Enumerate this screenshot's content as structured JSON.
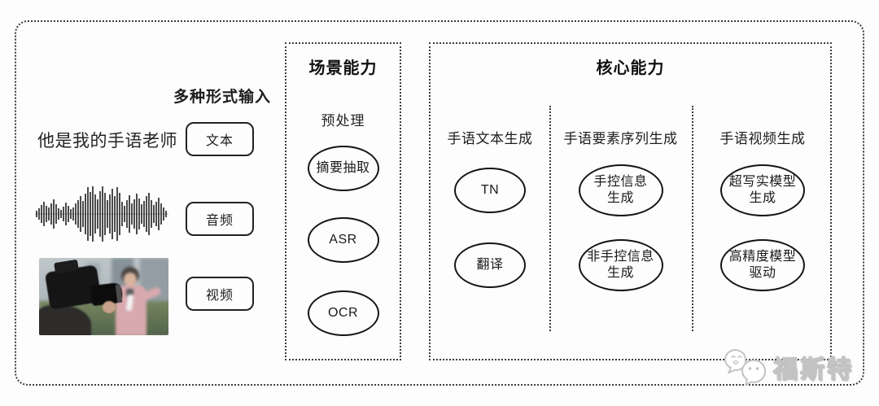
{
  "colors": {
    "line": "#1f1f1f",
    "dash_border": "#3c3c3c",
    "watermark_gray": "#c3c3c3",
    "background": "#fdfdfd"
  },
  "input_section": {
    "label": "多种形式输入",
    "text_sample": "他是我的手语老师",
    "buttons": [
      {
        "label": "文本"
      },
      {
        "label": "音频"
      },
      {
        "label": "视频"
      }
    ],
    "icons": {
      "waveform": "audio-waveform-icon",
      "photo": "reporter-camera-photo"
    }
  },
  "scene_box": {
    "title": "场景能力",
    "subtitle": "预处理",
    "nodes": [
      {
        "label": "摘要抽取"
      },
      {
        "label": "ASR"
      },
      {
        "label": "OCR"
      }
    ]
  },
  "core_box": {
    "title": "核心能力",
    "columns": [
      {
        "header": "手语文本生成",
        "nodes": [
          {
            "lines": [
              "TN"
            ]
          },
          {
            "lines": [
              "翻译"
            ]
          }
        ]
      },
      {
        "header": "手语要素序列生成",
        "nodes": [
          {
            "lines": [
              "手控信息",
              "生成"
            ]
          },
          {
            "lines": [
              "非手控信息",
              "生成"
            ]
          }
        ]
      },
      {
        "header": "手语视频生成",
        "nodes": [
          {
            "lines": [
              "超写实模型",
              "生成"
            ]
          },
          {
            "lines": [
              "高精度模型",
              "驱动"
            ]
          }
        ]
      }
    ]
  },
  "watermark": {
    "text": "福斯特",
    "icon": "chat-bubbles-icon"
  }
}
